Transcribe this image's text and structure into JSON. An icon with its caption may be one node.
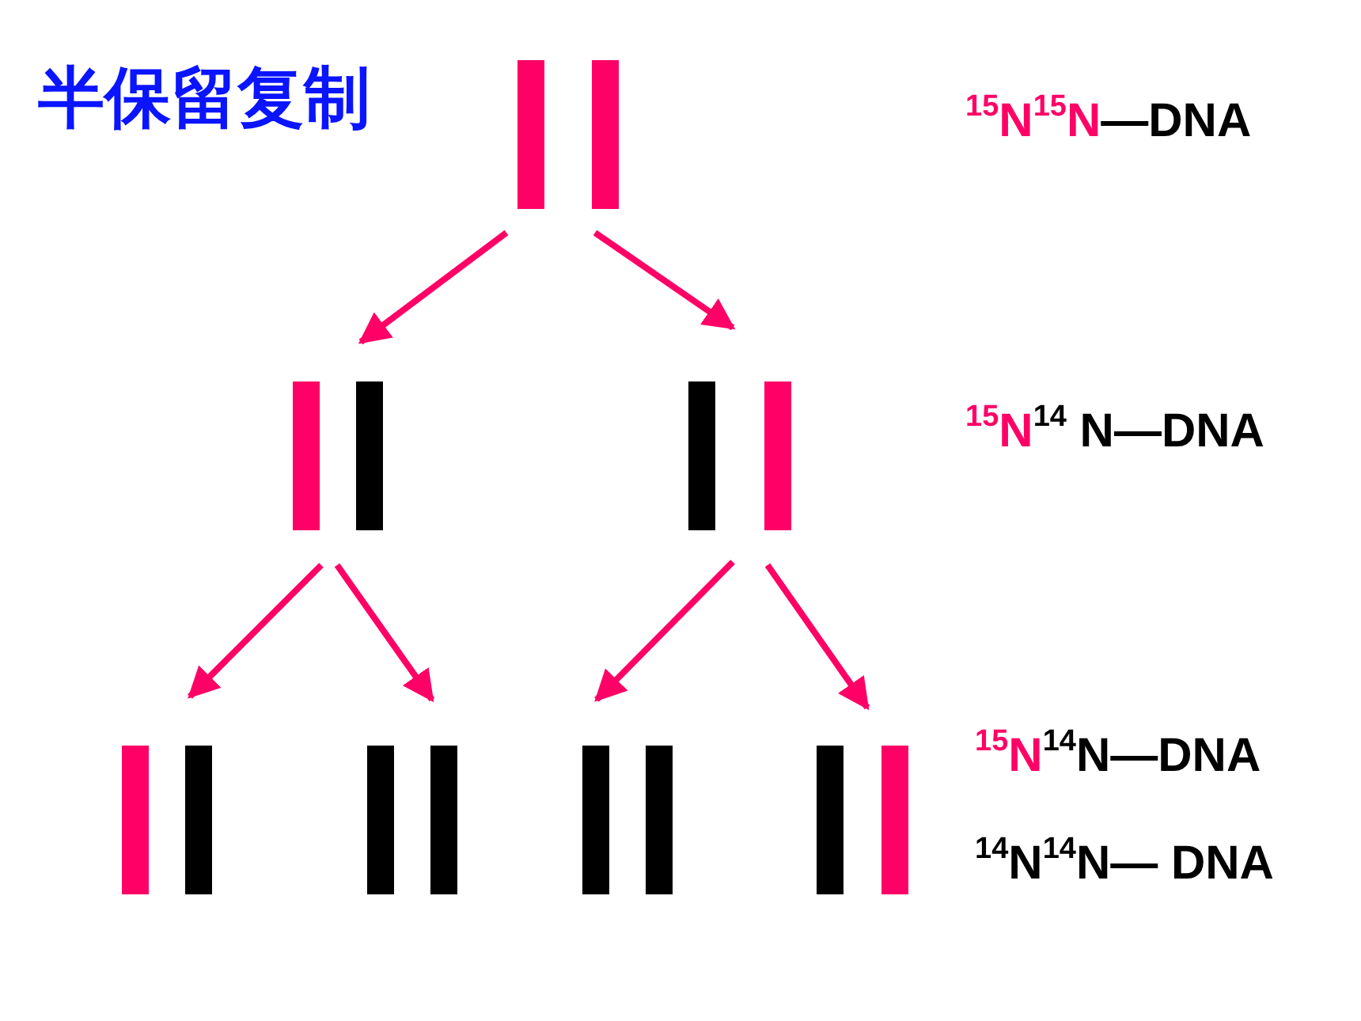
{
  "diagram": {
    "title": "半保留复制",
    "nodes": [
      {
        "text": [],
        "shape": "bar"
      },
      {
        "text": [],
        "shape": "bar"
      },
      {
        "text": [],
        "shape": "bar"
      },
      {
        "text": [],
        "shape": "bar"
      },
      {
        "text": [],
        "shape": "bar"
      },
      {
        "text": [],
        "shape": "bar"
      },
      {
        "text": [],
        "shape": "bar"
      }
    ],
    "edges": [
      {
        "from": 0,
        "to": 1,
        "arrow": "to"
      },
      {
        "from": 0,
        "to": 2,
        "arrow": "to"
      },
      {
        "from": 1,
        "to": 3,
        "arrow": "to"
      },
      {
        "from": 1,
        "to": 4,
        "arrow": "to"
      },
      {
        "from": 2,
        "to": 5,
        "arrow": "to"
      },
      {
        "from": 2,
        "to": 6,
        "arrow": "to"
      }
    ],
    "labels": [
      "$^{15}$N$^{15}$N—DNA",
      "$^{15}$N$^{14}$ N—DNA",
      "$^{15}$N$^{14}$N—DNA",
      "$^{14}$N$^{14}$N— DNA"
    ]
  }
}
